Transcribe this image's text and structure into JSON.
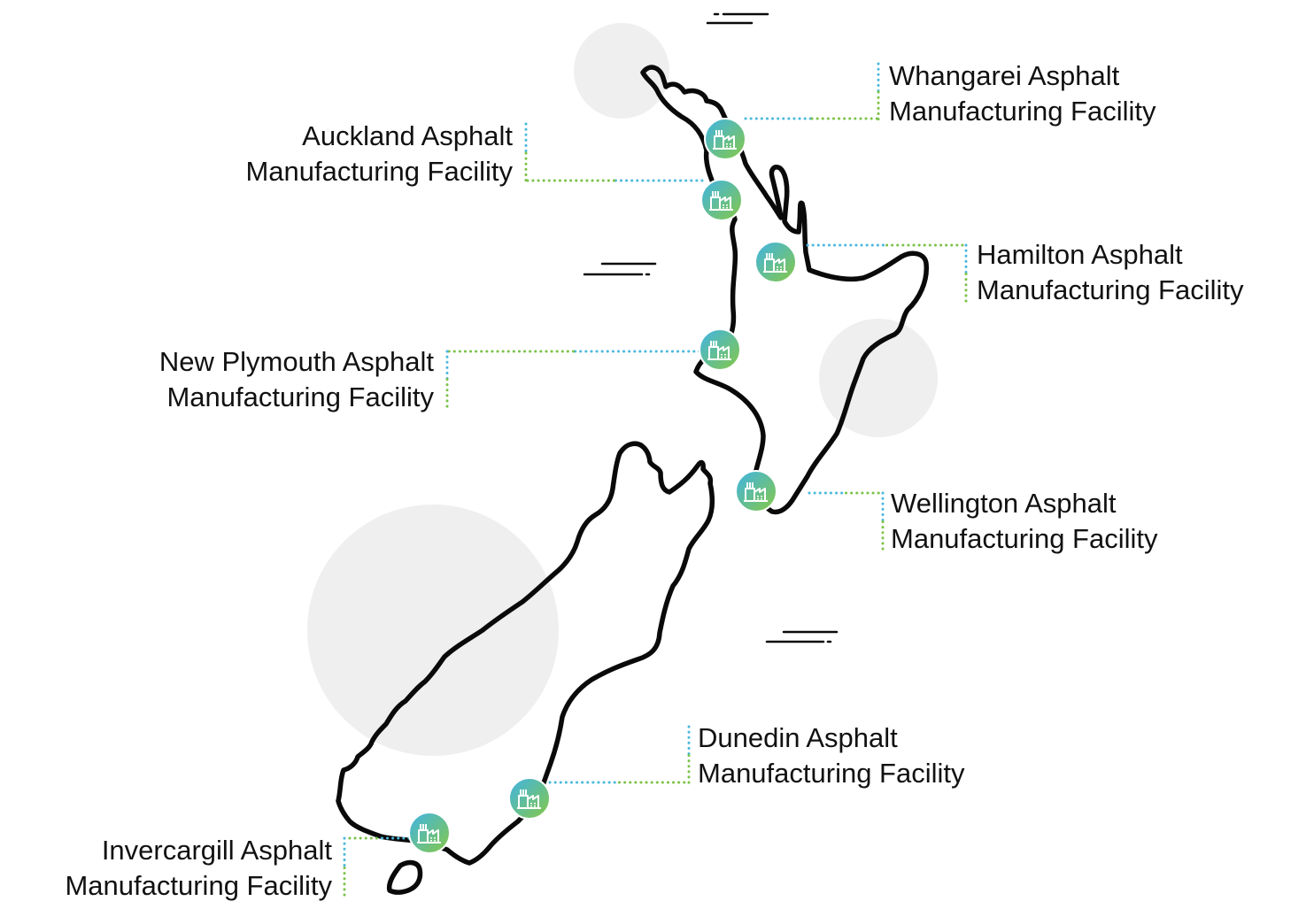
{
  "colors": {
    "coast": "#0a0a0a",
    "accent_blue": "#4bb8de",
    "accent_green": "#7cc24a",
    "bubble": "#efefef",
    "text": "#111111"
  },
  "icon": "factory-icon",
  "facilities": [
    {
      "id": "whangarei",
      "line1": "Whangarei Asphalt",
      "line2": "Manufacturing Facility"
    },
    {
      "id": "auckland",
      "line1": "Auckland Asphalt",
      "line2": "Manufacturing Facility"
    },
    {
      "id": "hamilton",
      "line1": "Hamilton Asphalt",
      "line2": "Manufacturing Facility"
    },
    {
      "id": "new-plymouth",
      "line1": "New Plymouth Asphalt",
      "line2": "Manufacturing Facility"
    },
    {
      "id": "wellington",
      "line1": "Wellington Asphalt",
      "line2": "Manufacturing Facility"
    },
    {
      "id": "dunedin",
      "line1": "Dunedin Asphalt",
      "line2": "Manufacturing Facility"
    },
    {
      "id": "invercargill",
      "line1": "Invercargill Asphalt",
      "line2": "Manufacturing Facility"
    }
  ]
}
